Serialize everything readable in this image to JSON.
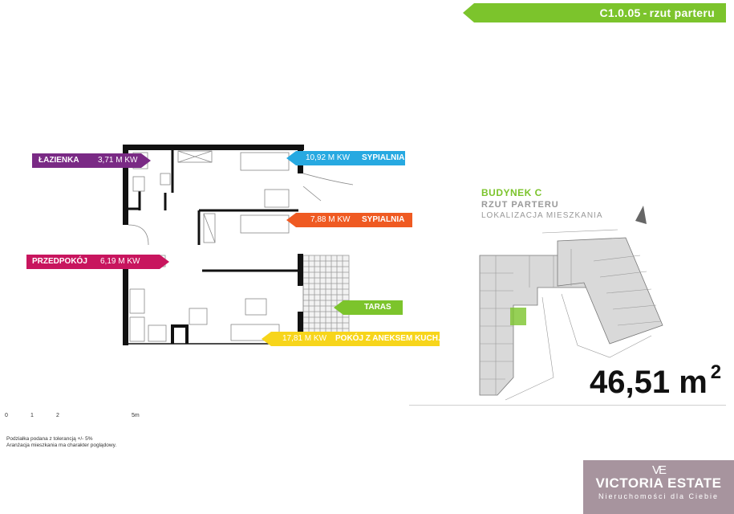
{
  "header": {
    "code": "C1.0.05",
    "separator": "-",
    "title": "rzut parteru"
  },
  "rooms": [
    {
      "name": "ŁAZIENKA",
      "area": "3,71 M KW",
      "color": "#7a2a85"
    },
    {
      "name": "SYPIALNIA",
      "area": "10,92 M KW",
      "color": "#27a9e1"
    },
    {
      "name": "SYPIALNIA",
      "area": "7,88 M KW",
      "color": "#ef5a22"
    },
    {
      "name": "PRZEDPOKÓJ",
      "area": "6,19 M KW",
      "color": "#c8155e"
    },
    {
      "name": "TARAS",
      "area": "",
      "color": "#7cc42c"
    },
    {
      "name": "POKÓJ Z ANEKSEM KUCH.",
      "area": "17,81 M KW",
      "color": "#f7d51b"
    }
  ],
  "building": {
    "title": "BUDYNEK C",
    "floor": "RZUT PARTERU",
    "location": "LOKALIZACJA MIESZKANIA"
  },
  "total_area": {
    "value": "46,51 m",
    "unit_sup": "2"
  },
  "scale": {
    "labels": [
      "0",
      "1",
      "2",
      "5m"
    ]
  },
  "notes": [
    "Podziałka podana z tolerancją +/- 5%",
    "Aranżacja mieszkania ma charakter poglądowy."
  ],
  "logo": {
    "mark": "VE",
    "brand": "VICTORIA ESTATE",
    "tagline": "Nieruchomości dla Ciebie"
  },
  "colors": {
    "accent_green": "#7cc42c",
    "wall": "#111111",
    "logo_bg": "#a7949e"
  }
}
